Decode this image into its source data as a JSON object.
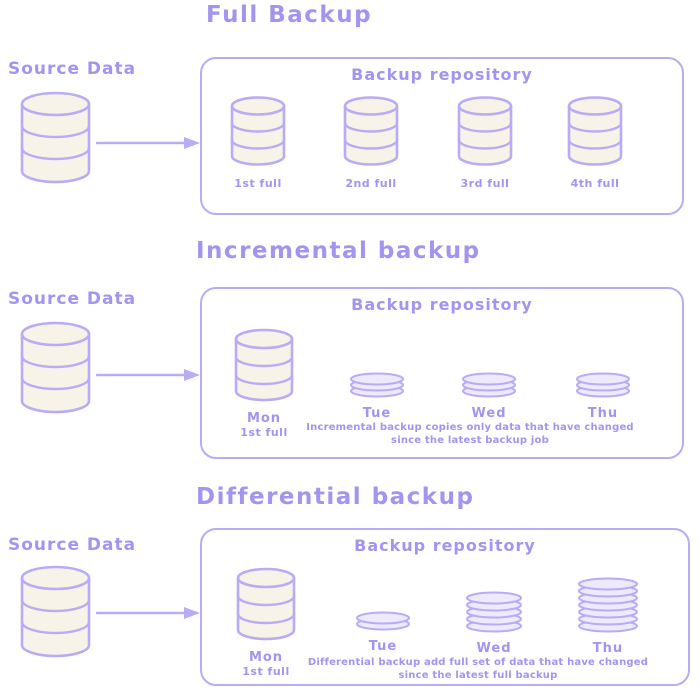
{
  "colors": {
    "accent_stroke": "#b9abf4",
    "text": "#a394ef",
    "cylinder_fill": "#f7f3e9",
    "disk_fill": "#efe9fc",
    "background": "#ffffff"
  },
  "sections": {
    "full": {
      "title": "Full Backup",
      "source_label": "Source Data",
      "repo_title": "Backup repository",
      "items": [
        {
          "label": "1st full"
        },
        {
          "label": "2nd full"
        },
        {
          "label": "3rd full"
        },
        {
          "label": "4th full"
        }
      ]
    },
    "incremental": {
      "title": "Incremental backup",
      "source_label": "Source Data",
      "repo_title": "Backup repository",
      "full_item": {
        "day": "Mon",
        "sub": "1st full"
      },
      "inc_items": [
        {
          "day": "Tue"
        },
        {
          "day": "Wed"
        },
        {
          "day": "Thu"
        }
      ],
      "caption_line1": "Incremental backup copies only data that have changed",
      "caption_line2": "since the latest backup job"
    },
    "differential": {
      "title": "Differential backup",
      "source_label": "Source Data",
      "repo_title": "Backup repository",
      "full_item": {
        "day": "Mon",
        "sub": "1st full"
      },
      "diff_items": [
        {
          "day": "Tue"
        },
        {
          "day": "Wed"
        },
        {
          "day": "Thu"
        }
      ],
      "caption_line1": "Differential backup add full set of data that have changed",
      "caption_line2": "since the latest full backup"
    }
  }
}
